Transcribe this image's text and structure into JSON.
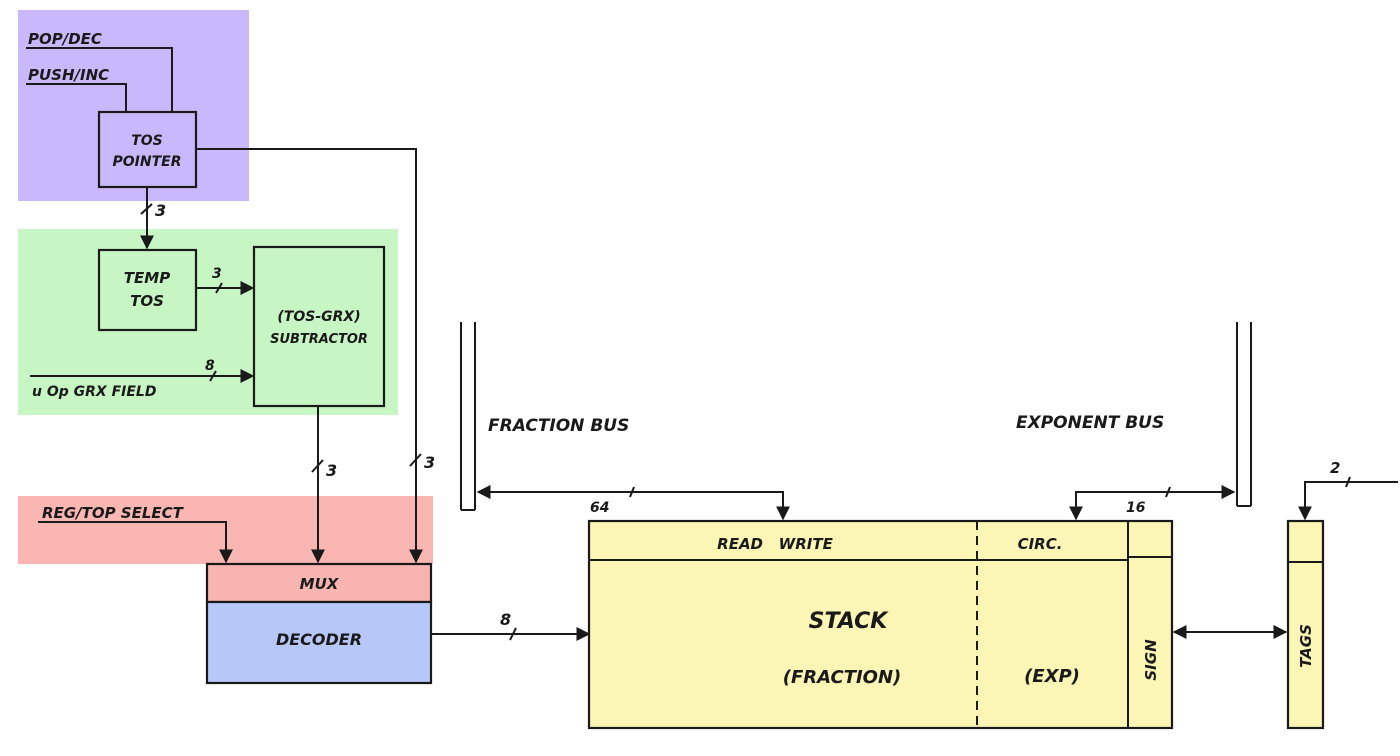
{
  "colors": {
    "ink": "#1a1a1a",
    "tos_region": "#c9b8fb",
    "subtractor_region": "#c8f5c4",
    "select_region": "#f9b6b2",
    "mux": "#f7b4b1",
    "decoder": "#b7c8f8",
    "stack": "#fbf6b5",
    "background": "#ffffff"
  },
  "inputs": {
    "pop_dec": "POP/DEC",
    "push_inc": "PUSH/INC",
    "uop_field": "u Op GRX FIELD",
    "reg_top_select": "REG/TOP SELECT"
  },
  "blocks": {
    "tos_pointer": [
      "TOS",
      "POINTER"
    ],
    "temp_tos": [
      "TEMP",
      "TOS"
    ],
    "subtractor": [
      "(TOS-GRX)",
      "SUBTRACTOR"
    ],
    "mux": "MUX",
    "decoder": "DECODER",
    "stack": {
      "read_write": "READ   WRITE",
      "circ": "CIRC.",
      "title": "STACK",
      "fraction": "(FRACTION)",
      "exp": "(EXP)",
      "sign": "SIGN"
    },
    "tags": "TAGS"
  },
  "buses": {
    "fraction_bus": "FRACTION BUS",
    "exponent_bus": "EXPONENT BUS"
  },
  "widths": {
    "tos_out": "3",
    "temp_to_sub": "3",
    "field_in": "8",
    "sub_out": "3",
    "tos_to_mux": "3",
    "decoder_out": "8",
    "fraction": "64",
    "exponent": "16",
    "tags_in": "2"
  }
}
